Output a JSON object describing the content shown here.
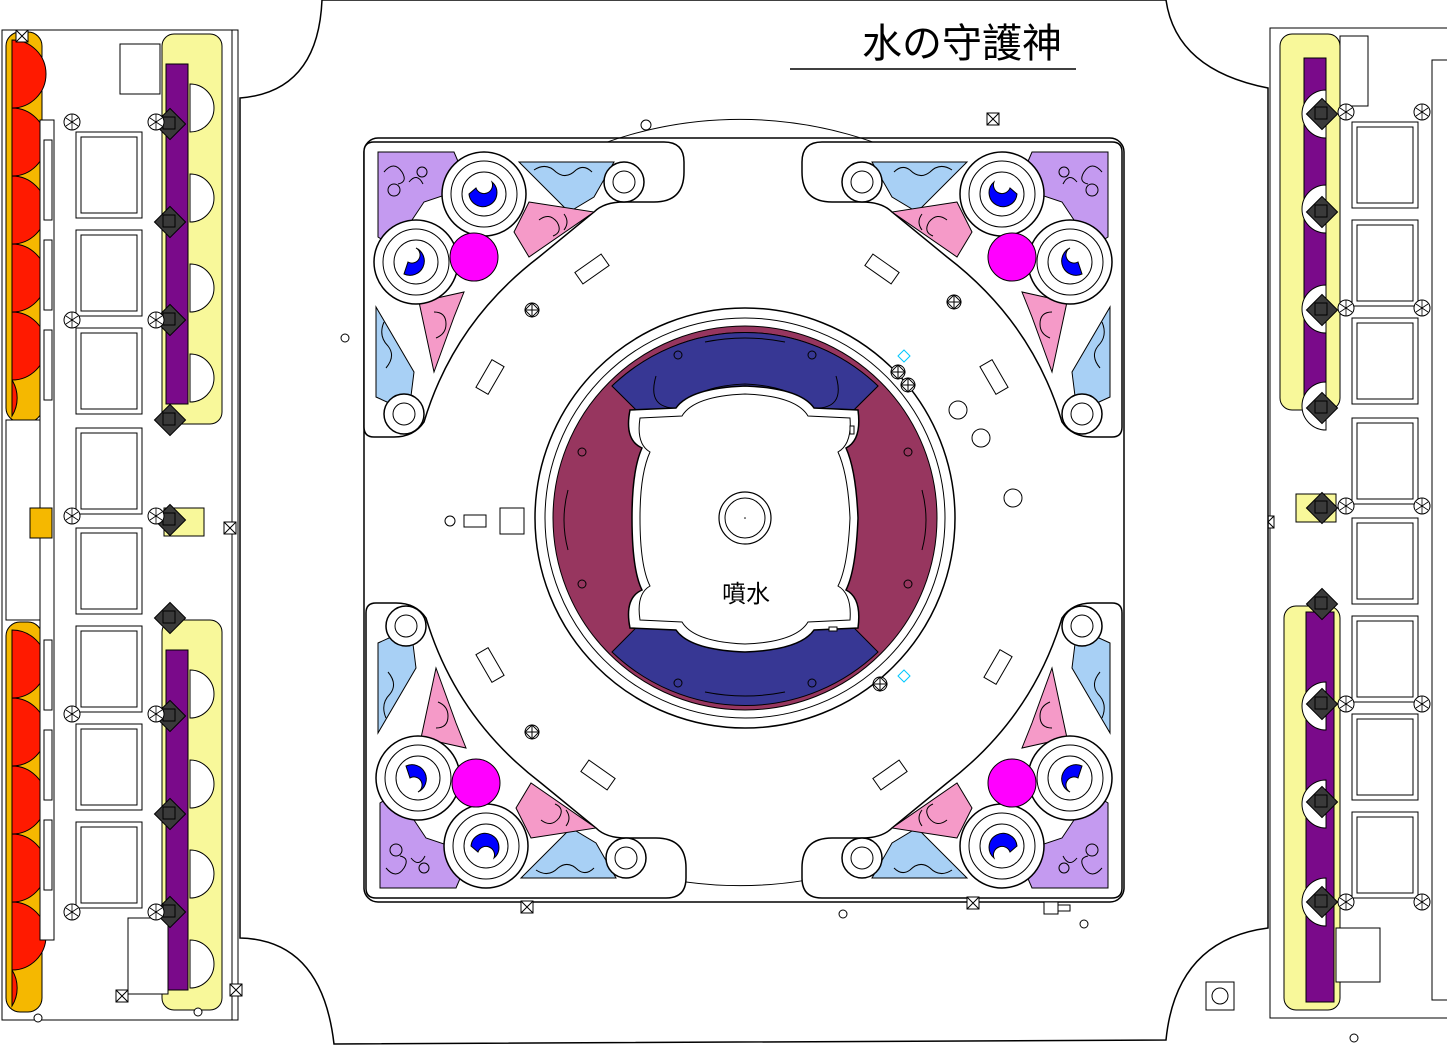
{
  "diagram": {
    "title": "水の守護神",
    "center_label": "噴水",
    "colors": {
      "line": "#000000",
      "background": "#ffffff",
      "ring_blue": "#373794",
      "ring_maroon": "#97365f",
      "light_blue": "#a8d0f5",
      "lavender": "#c49af0",
      "pink": "#f59ac8",
      "magenta": "#ff00ff",
      "blue": "#0000ff",
      "orange": "#f5b800",
      "red": "#ff1a00",
      "yellow": "#f8f89a",
      "purple": "#7a0a8a",
      "dark_gray": "#3a3a3a",
      "cyan_marker": "#00c8ff"
    },
    "features": [
      "central-fountain",
      "parterre-corner",
      "side-planter-bed",
      "planter-box",
      "bench",
      "lamp-post",
      "fence-post"
    ]
  }
}
